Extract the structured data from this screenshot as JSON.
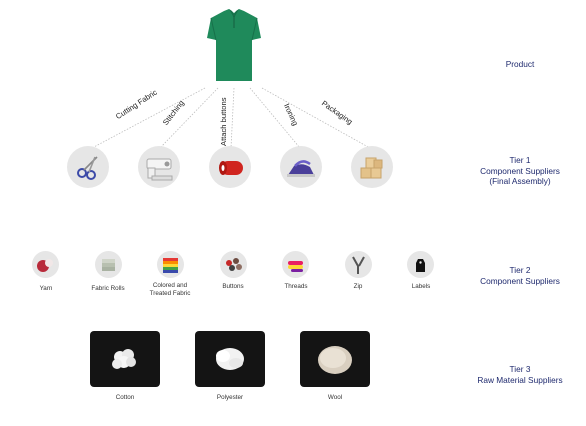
{
  "tiers": {
    "product": [
      "Product"
    ],
    "tier1": [
      "Tier 1",
      "Component Suppliers",
      "(Final Assembly)"
    ],
    "tier2": [
      "Tier 2",
      "Component Suppliers"
    ],
    "tier3": [
      "Tier 3",
      "Raw Material Suppliers"
    ]
  },
  "processes": [
    {
      "label": "Cutting Fabric",
      "icon": "scissors-icon"
    },
    {
      "label": "Stitching",
      "icon": "sewing-machine-icon"
    },
    {
      "label": "Attach buttons",
      "icon": "thread-spool-icon"
    },
    {
      "label": "Ironing",
      "icon": "iron-icon"
    },
    {
      "label": "Packaging",
      "icon": "boxes-icon"
    }
  ],
  "components": [
    {
      "label": [
        "Yarn"
      ],
      "icon": "yarn-ball-icon"
    },
    {
      "label": [
        "Fabric Rolls"
      ],
      "icon": "fabric-rolls-icon"
    },
    {
      "label": [
        "Colored and",
        "Treated Fabric"
      ],
      "icon": "colored-fabric-icon"
    },
    {
      "label": [
        "Buttons"
      ],
      "icon": "buttons-icon"
    },
    {
      "label": [
        "Threads"
      ],
      "icon": "threads-icon"
    },
    {
      "label": [
        "Zip"
      ],
      "icon": "zip-icon"
    },
    {
      "label": [
        "Labels"
      ],
      "icon": "label-tag-icon"
    }
  ],
  "materials": [
    {
      "label": "Cotton",
      "icon": "cotton-icon"
    },
    {
      "label": "Polyester",
      "icon": "polyester-icon"
    },
    {
      "label": "Wool",
      "icon": "wool-icon"
    }
  ],
  "colors": {
    "accent": "#1f2a6e",
    "shirt": "#1f8a5b",
    "circle": "#e6e6e6",
    "tile": "#141414"
  }
}
